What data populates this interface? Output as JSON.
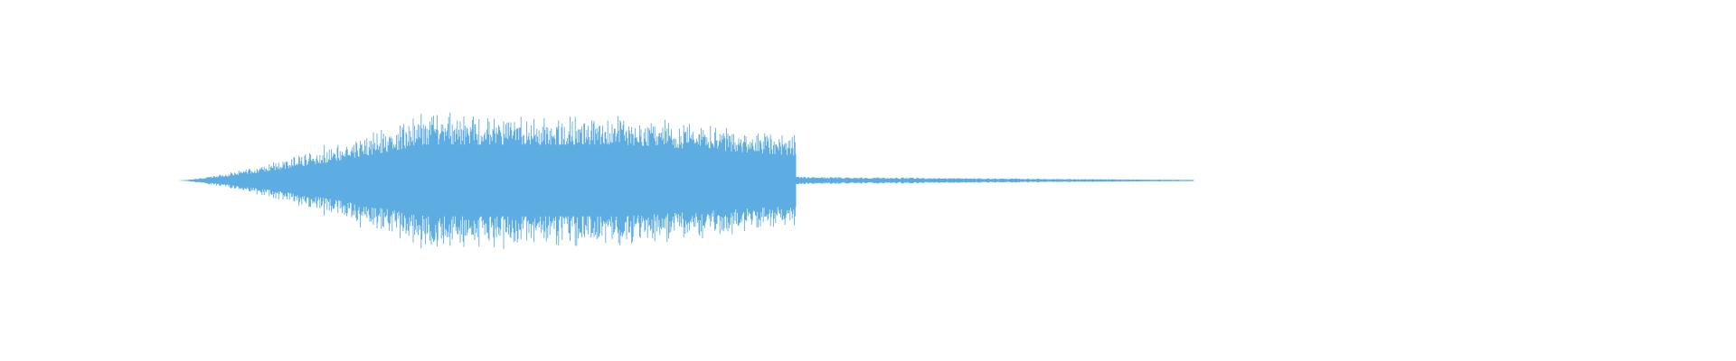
{
  "waveform": {
    "color": "#5dade2",
    "background": "#ffffff",
    "amplitude_profile": {
      "sound_start": 0.1,
      "sound_end": 0.695,
      "tail_end": 0.69,
      "peak_amplitude": 0.41,
      "tail_amplitude": 0.012
    }
  }
}
